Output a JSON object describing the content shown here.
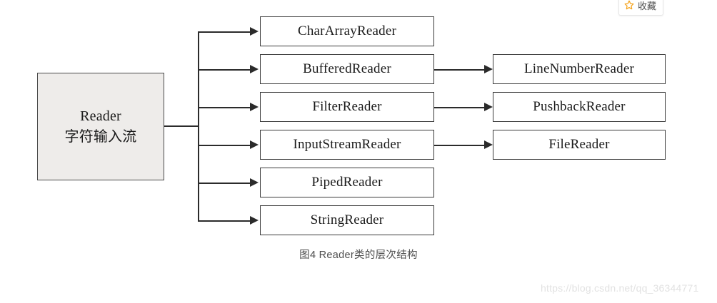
{
  "figure": {
    "caption": "图4 Reader类的层次结构",
    "watermark": "https://blog.csdn.net/qq_36344771"
  },
  "badge": {
    "label": "收藏",
    "icon": "star-icon",
    "icon_color": "#f5a623"
  },
  "colors": {
    "root_fill": "#eeecea",
    "node_fill": "#ffffff",
    "stroke": "#3a3a3a",
    "connector": "#2b2b2b",
    "caption_text": "#4d4d4d",
    "watermark_text": "#e2e2e2"
  },
  "diagram": {
    "type": "class-hierarchy-tree",
    "root": {
      "id": "reader",
      "title": "Reader",
      "subtitle": "字符输入流"
    },
    "subclasses": [
      {
        "id": "char-array-reader",
        "label": "CharArrayReader"
      },
      {
        "id": "buffered-reader",
        "label": "BufferedReader"
      },
      {
        "id": "filter-reader",
        "label": "FilterReader"
      },
      {
        "id": "input-stream-reader",
        "label": "InputStreamReader"
      },
      {
        "id": "piped-reader",
        "label": "PipedReader"
      },
      {
        "id": "string-reader",
        "label": "StringReader"
      }
    ],
    "leaf_subclasses": [
      {
        "id": "line-number-reader",
        "label": "LineNumberReader",
        "parent": "BufferedReader"
      },
      {
        "id": "pushback-reader",
        "label": "PushbackReader",
        "parent": "FilterReader"
      },
      {
        "id": "file-reader",
        "label": "FileReader",
        "parent": "InputStreamReader"
      }
    ]
  }
}
